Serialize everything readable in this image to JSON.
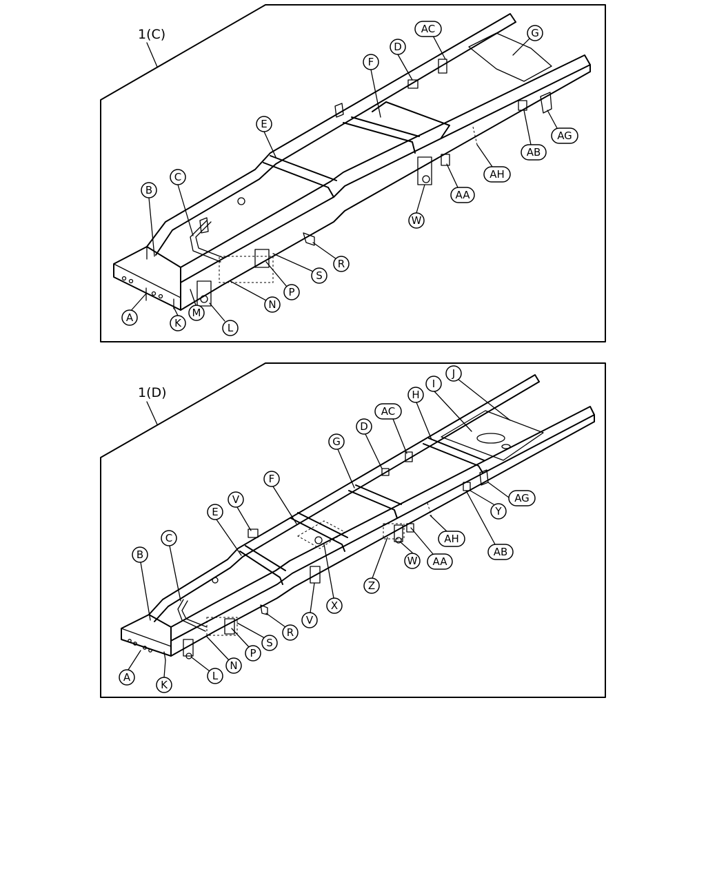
{
  "panels": [
    {
      "id": "panel-1c",
      "label": "1(C)",
      "callouts": [
        "A",
        "B",
        "C",
        "D",
        "E",
        "F",
        "G",
        "K",
        "L",
        "M",
        "N",
        "P",
        "R",
        "S",
        "W",
        "AA",
        "AB",
        "AC",
        "AG",
        "AH"
      ]
    },
    {
      "id": "panel-1d",
      "label": "1(D)",
      "callouts": [
        "A",
        "B",
        "C",
        "D",
        "E",
        "F",
        "G",
        "H",
        "I",
        "J",
        "K",
        "L",
        "N",
        "P",
        "R",
        "S",
        "V",
        "V",
        "W",
        "X",
        "Y",
        "Z",
        "AA",
        "AB",
        "AC",
        "AG",
        "AH"
      ]
    }
  ]
}
